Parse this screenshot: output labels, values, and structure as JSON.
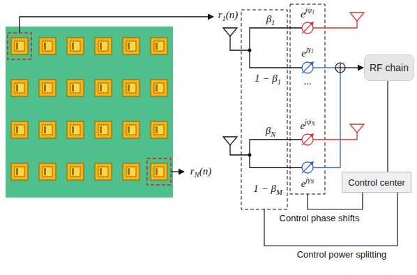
{
  "diagram": {
    "nodes": [
      {
        "text": [
          "RF chain"
        ]
      },
      {
        "text": [
          "Control center"
        ]
      }
    ],
    "edges": [
      {
        "from": 0,
        "to": 1,
        "arrow": "none"
      }
    ],
    "labels": [
      "r1(n)",
      "β1",
      "ejψ1",
      "ejγ1",
      "1 − β1",
      "...",
      "βN",
      "ejψN",
      "rN(n)",
      "1 − βM",
      "ejγN",
      "Control phase shifts",
      "Control power splitting"
    ]
  }
}
